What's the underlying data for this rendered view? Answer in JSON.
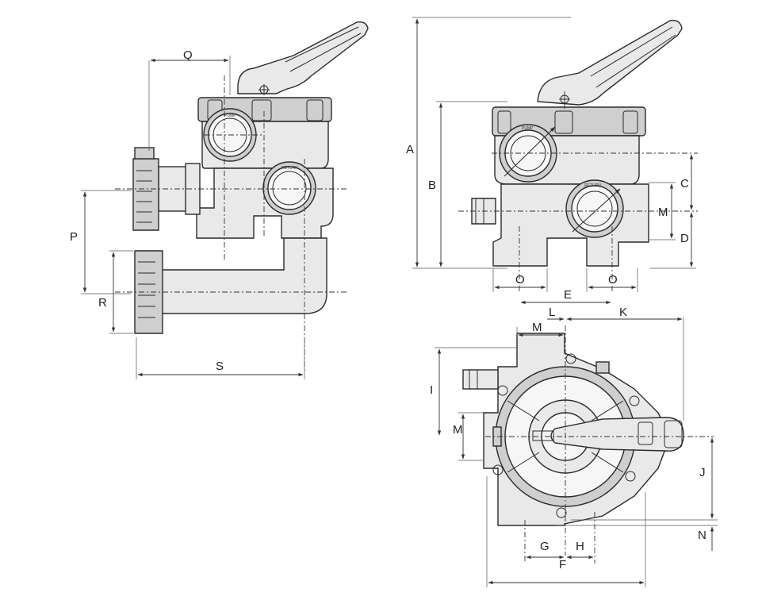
{
  "labels": {
    "A": "A",
    "B": "B",
    "C": "C",
    "D": "D",
    "E": "E",
    "F": "F",
    "G": "G",
    "H": "H",
    "I": "I",
    "J": "J",
    "K": "K",
    "L": "L",
    "M": "M",
    "N": "N",
    "O": "O",
    "P": "P",
    "Q": "Q",
    "R": "R",
    "S": "S"
  },
  "port_marks": {
    "pump": "PUMP",
    "return": "RETURN"
  },
  "colors": {
    "line": "#2a2a2a",
    "body": "#e9e9e9",
    "shade": "#cfcfcf",
    "background": "#ffffff"
  }
}
